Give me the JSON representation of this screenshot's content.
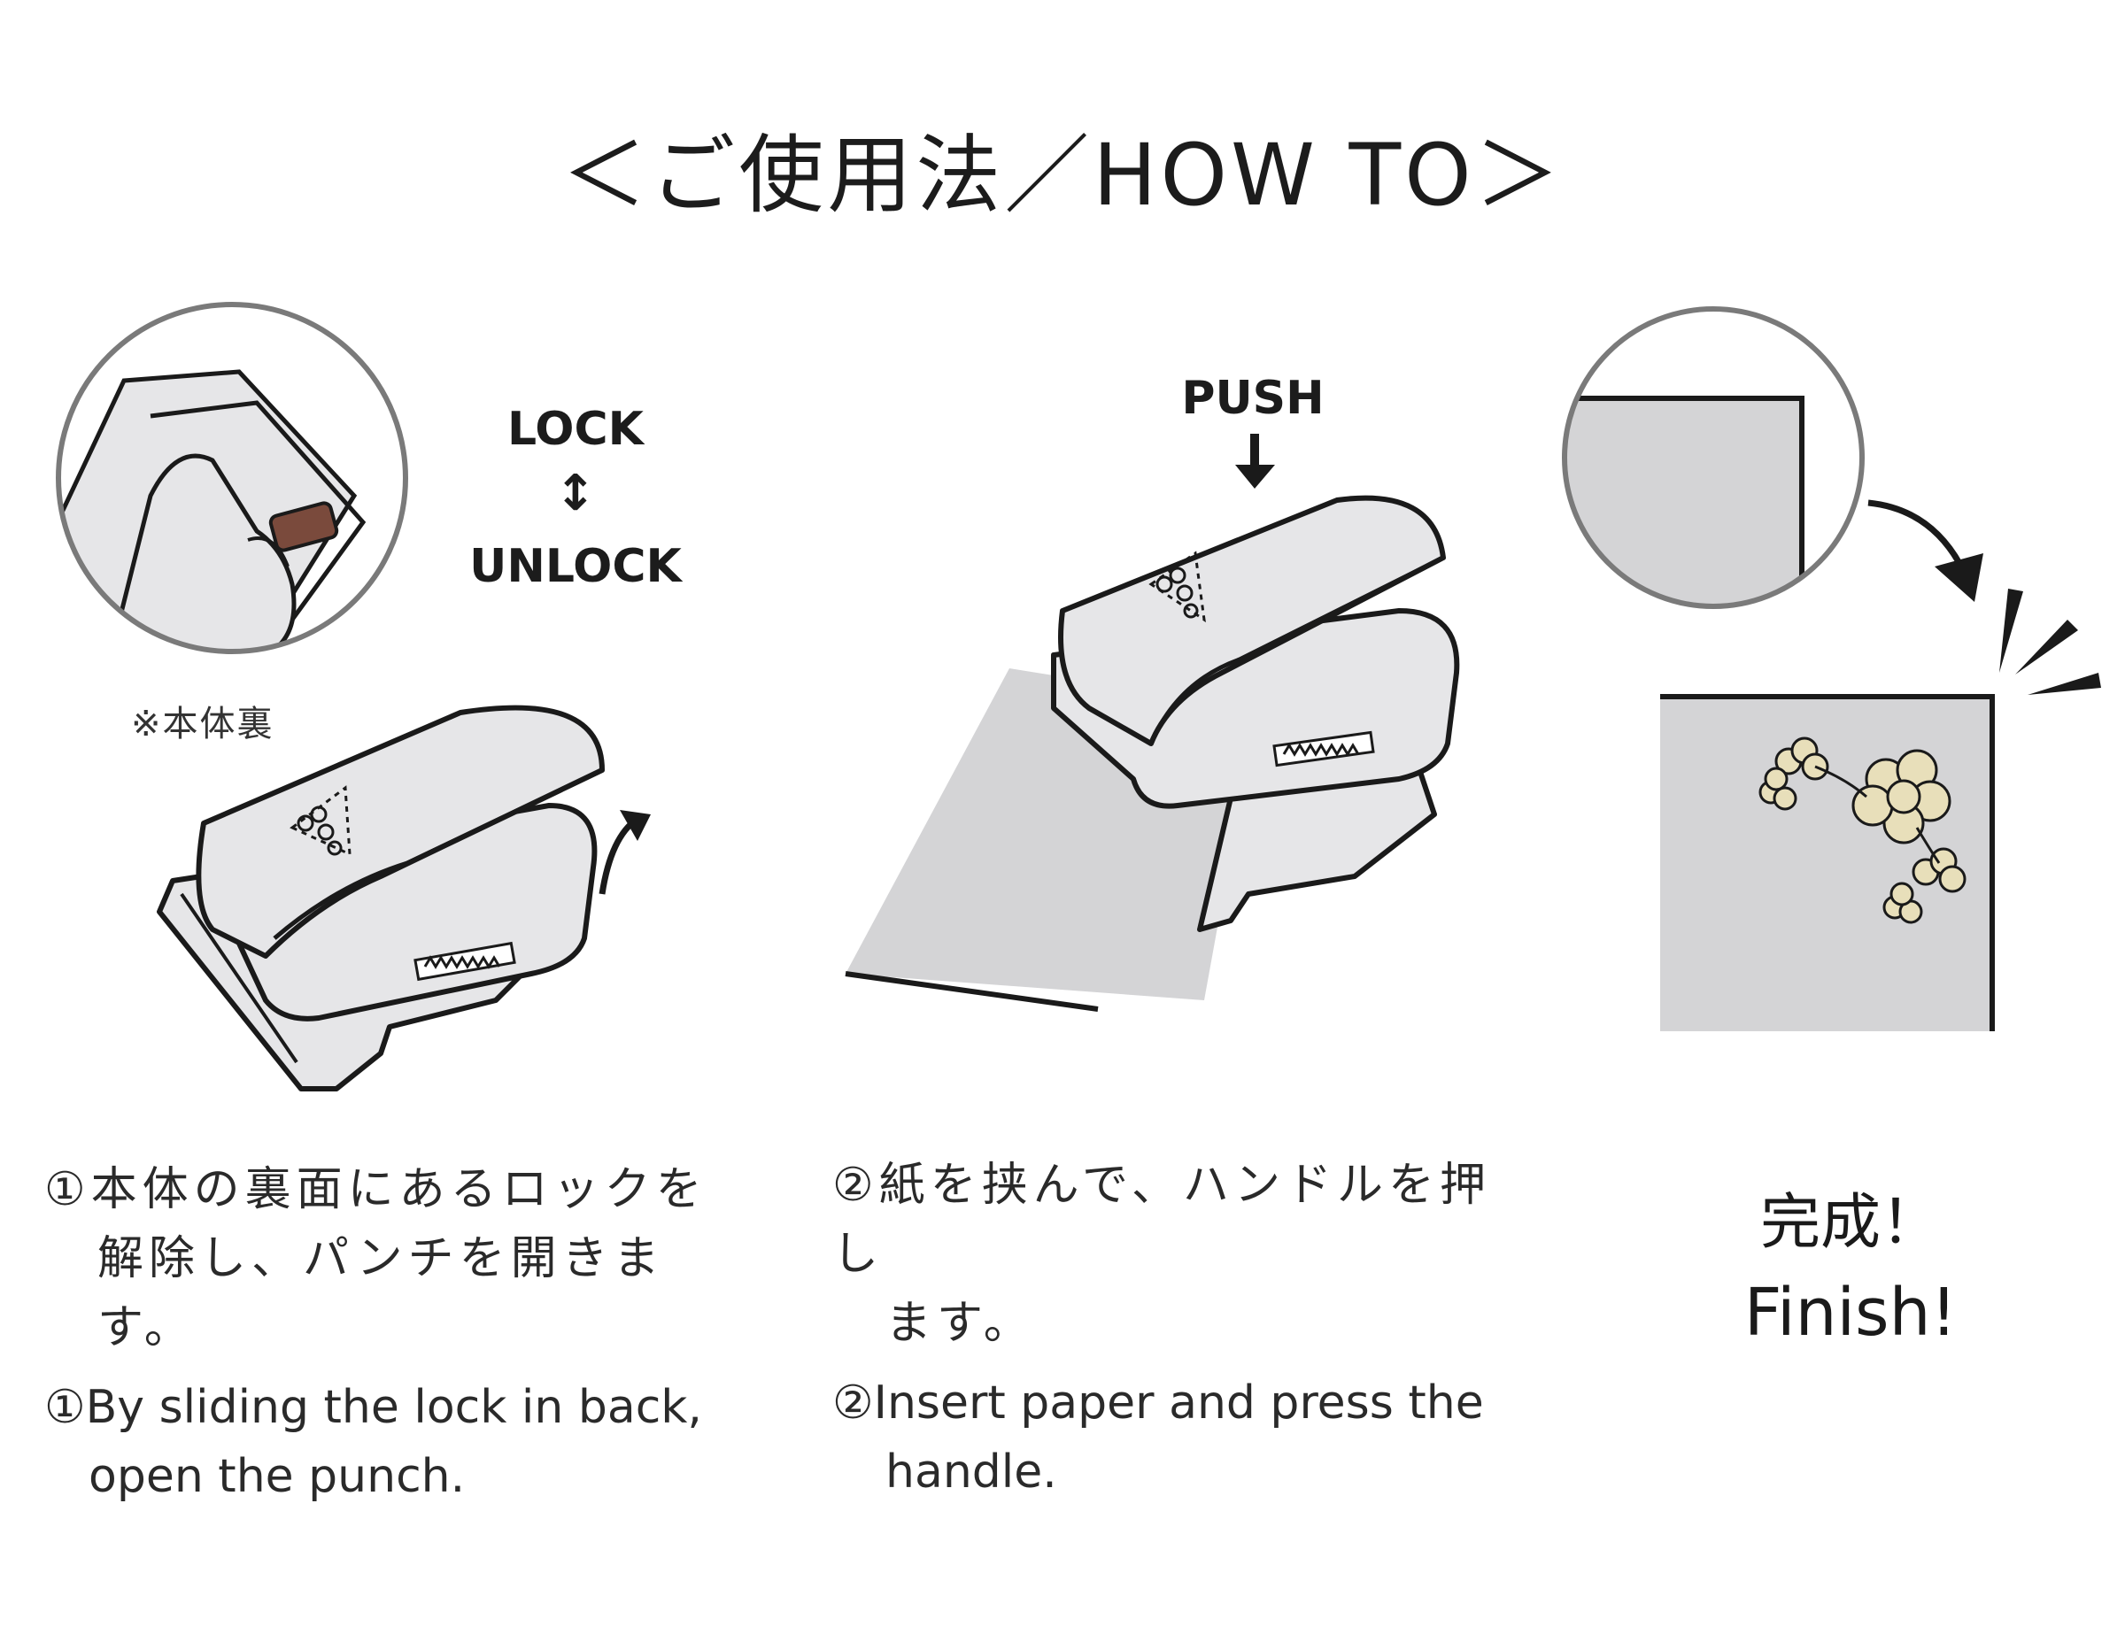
{
  "title": "＜ご使用法／HOW TO＞",
  "step1": {
    "lock_label": "LOCK",
    "arrow_glyph": "↕",
    "unlock_label": "UNLOCK",
    "note": "※本体裏",
    "jp_line1": "①本体の裏面にあるロックを",
    "jp_line2": "解除し、パンチを開きます。",
    "en_line1": "①By sliding the lock in back,",
    "en_line2": "open the punch."
  },
  "step2": {
    "push_label": "PUSH",
    "push_arrow": "↓",
    "jp_line1": "②紙を挟んで、ハンドルを押し",
    "jp_line2": "ます。",
    "en_line1": "②Insert paper and press the",
    "en_line2": "handle."
  },
  "step3": {
    "jp": "完成！",
    "en": "Finish!"
  },
  "colors": {
    "paper_gray": "#d4d4d6",
    "punch_body": "#e6e6e8",
    "outline": "#1a1a1a",
    "flower_fill": "#e8dfba",
    "lock_brown": "#7a4a3c"
  }
}
